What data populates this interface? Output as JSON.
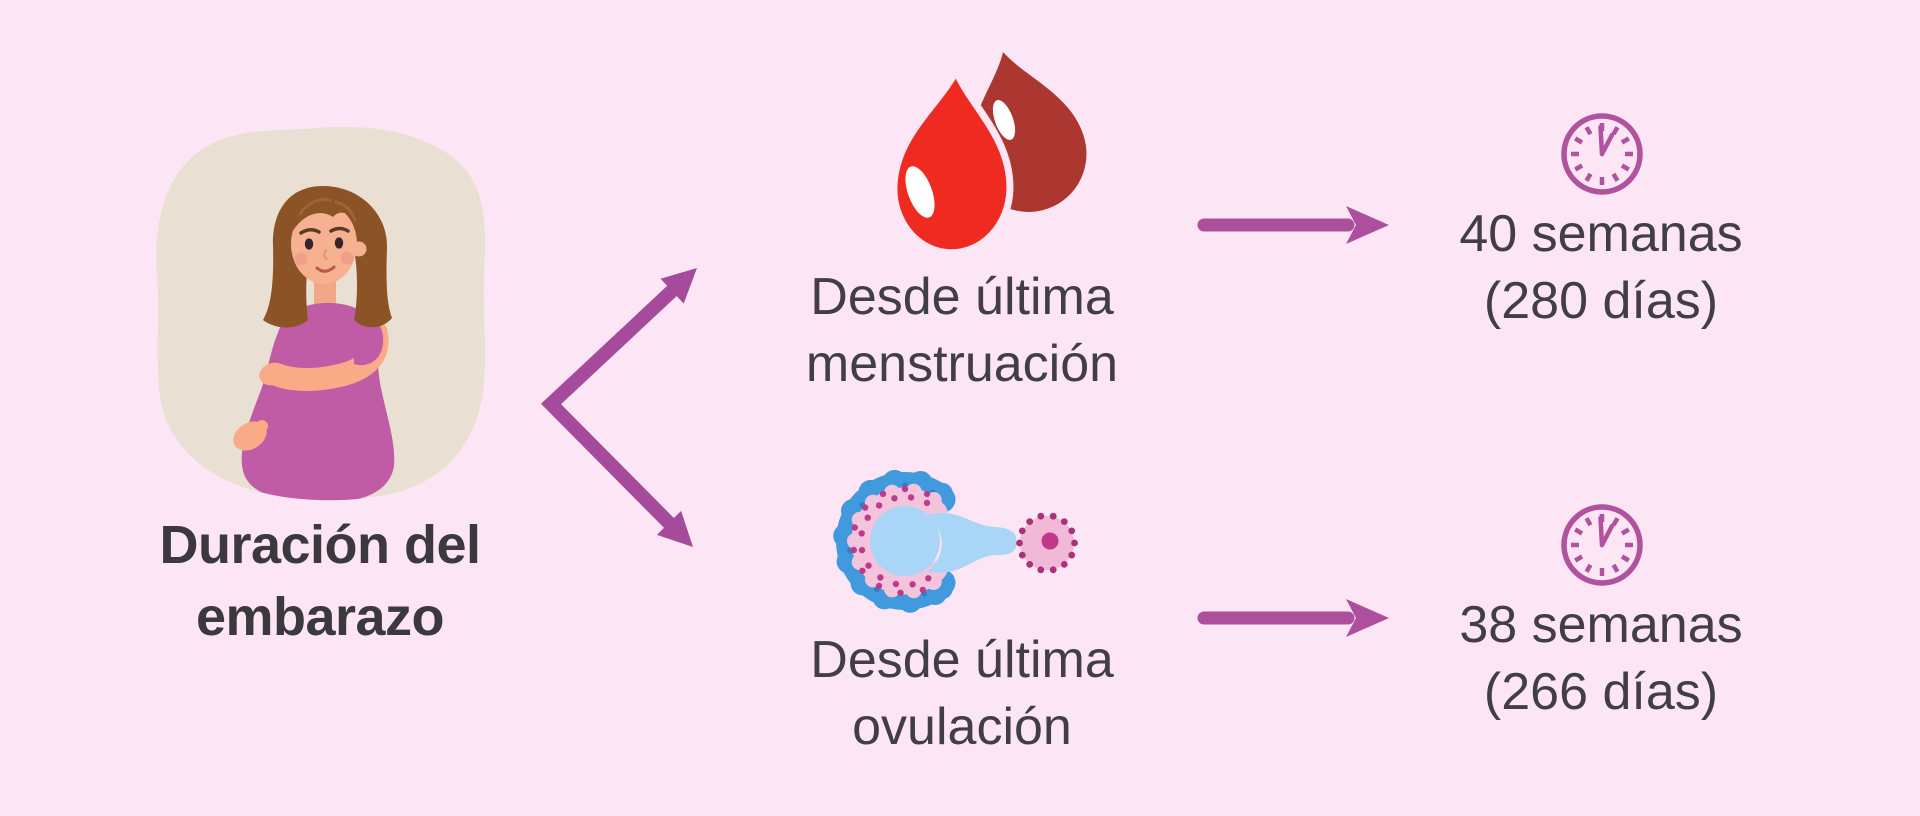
{
  "title": {
    "line1": "Duración del",
    "line2": "embarazo"
  },
  "branches": {
    "menstruation": {
      "icon": "blood-drops-icon",
      "label": {
        "line1": "Desde última",
        "line2": "menstruación"
      },
      "duration": {
        "line1": "40 semanas",
        "line2": "(280 días)"
      }
    },
    "ovulation": {
      "icon": "ovulation-icon",
      "label": {
        "line1": "Desde última",
        "line2": "ovulación"
      },
      "duration": {
        "line1": "38 semanas",
        "line2": "(266 días)"
      }
    }
  },
  "icons": {
    "illustration": "pregnant-woman-illustration",
    "clock": "clock-icon",
    "arrow": "arrow-right-icon",
    "branch_arrows": "branching-arrows-icon"
  },
  "colors": {
    "background": "#fce6f5",
    "arrow_magenta": "#a64b9b",
    "clock_purple": "#b1529f",
    "text_dark": "#413e45",
    "title_dark": "#3b383e",
    "blood_bright_red": "#ef2b21",
    "blood_dark_red": "#ac3630",
    "follicle_blue": "#429ade",
    "follicle_inner_blue": "#a9d5f6",
    "follicle_pink": "#f4c4dd",
    "cell_dot_pink": "#c03a8c",
    "blob_beige": "#e9dfd2",
    "dress_magenta": "#c05ba5"
  }
}
